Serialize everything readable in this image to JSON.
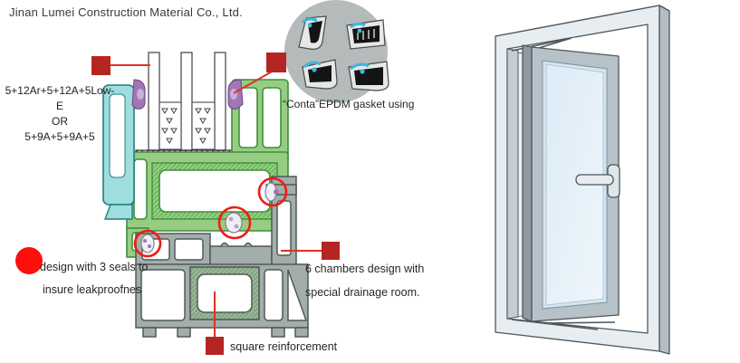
{
  "header": {
    "company": "Jinan Lumei Construction Material Co., Ltd."
  },
  "diagram": {
    "glazing_spec": {
      "line1": "5+12Ar+5+12A+5Low-E",
      "line2": "OR",
      "line3": "5+9A+5+9A+5"
    },
    "gasket_caption": "“Conta”EPDM gasket using",
    "seals_note": {
      "line1": "design with 3 seals to",
      "line2": "insure leakproofnes"
    },
    "chambers_note": {
      "line1": "6 chambers design with",
      "line2": "special drainage room."
    },
    "reinforcement_label": "square reinforcement"
  },
  "colors": {
    "marker_red": "#b52622",
    "line_red": "#e03127",
    "highlight_red": "#ee1c16",
    "dot_red": "#fb100c",
    "profile_green": "#97cd82",
    "profile_green_outline": "#3d8f3d",
    "bead_cyan": "#9fdede",
    "gasket_purple": "#a276b5",
    "frame_gray": "#a3aeaa",
    "frame_gray_outline": "#4f5a56",
    "window_frame": "#e7edf0",
    "glass_blue": "#e9f4fa"
  }
}
